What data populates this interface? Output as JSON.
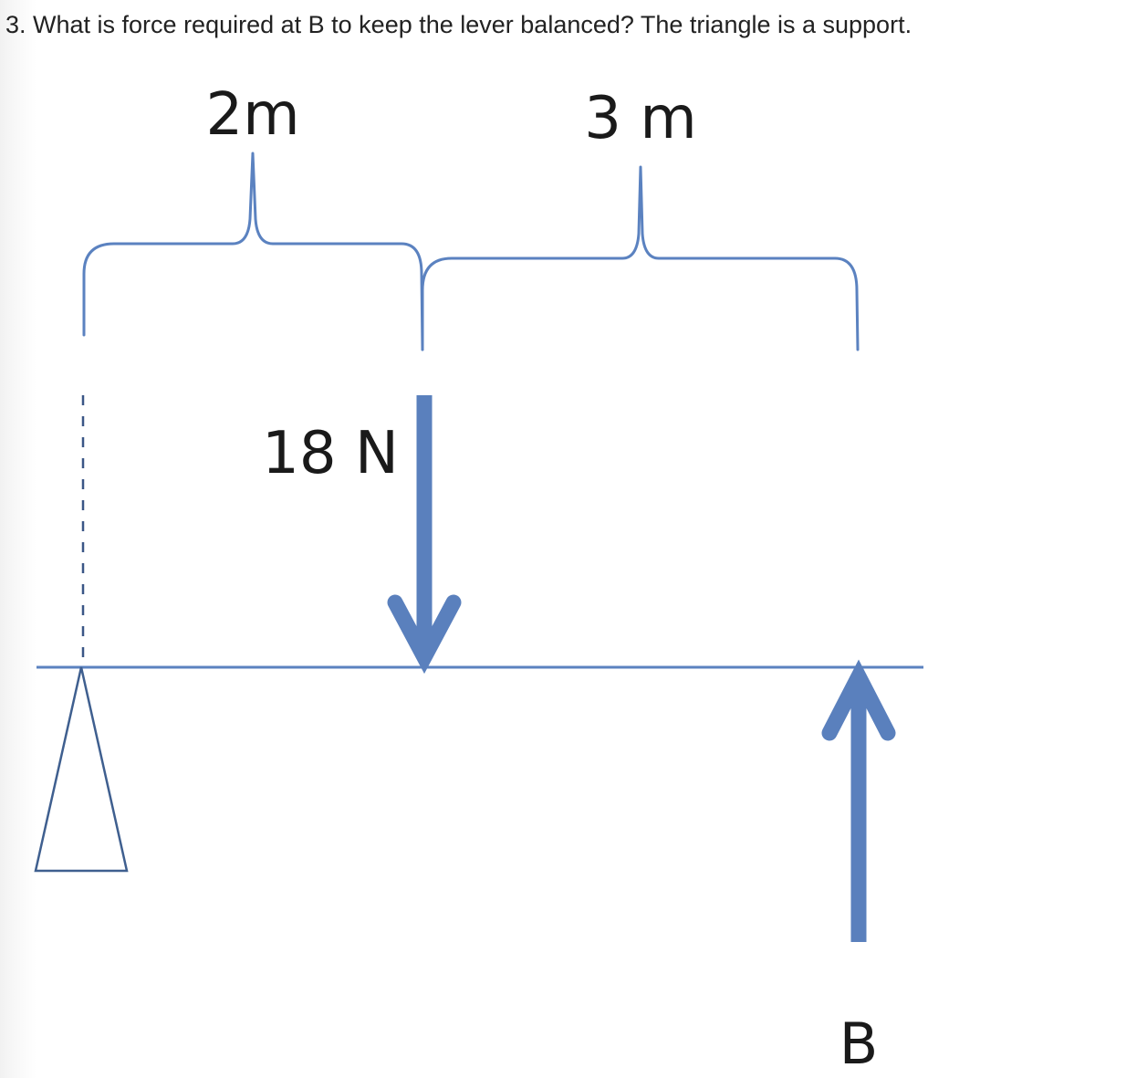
{
  "question": {
    "text": "3. What is force required at B to keep the lever balanced? The triangle is a support."
  },
  "diagram": {
    "labels": {
      "distance_1": "2m",
      "distance_2": "3 m",
      "force": "18 N",
      "point_b": "B"
    },
    "colors": {
      "line": "#5b82c0",
      "arrow": "#5a80bd",
      "support": "#3f5f8f",
      "dash": "#3a5686"
    }
  }
}
